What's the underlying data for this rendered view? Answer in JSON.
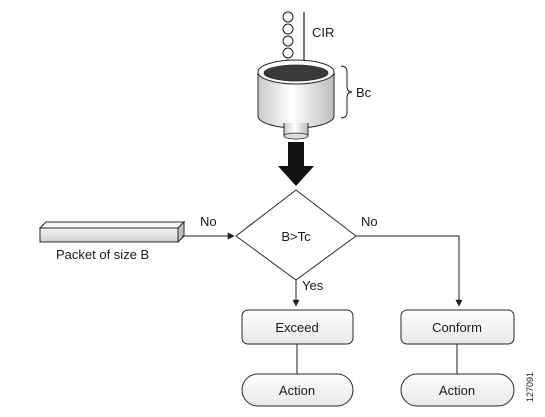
{
  "bucket": {
    "cir_label": "CIR",
    "bc_label": "Bc"
  },
  "packet": {
    "label": "Packet of size B"
  },
  "decision": {
    "label": "B>Tc",
    "no_left_label": "No",
    "no_right_label": "No",
    "yes_label": "Yes"
  },
  "exceed": {
    "label": "Exceed",
    "action_label": "Action"
  },
  "conform": {
    "label": "Conform",
    "action_label": "Action"
  },
  "figure_id": "127091"
}
